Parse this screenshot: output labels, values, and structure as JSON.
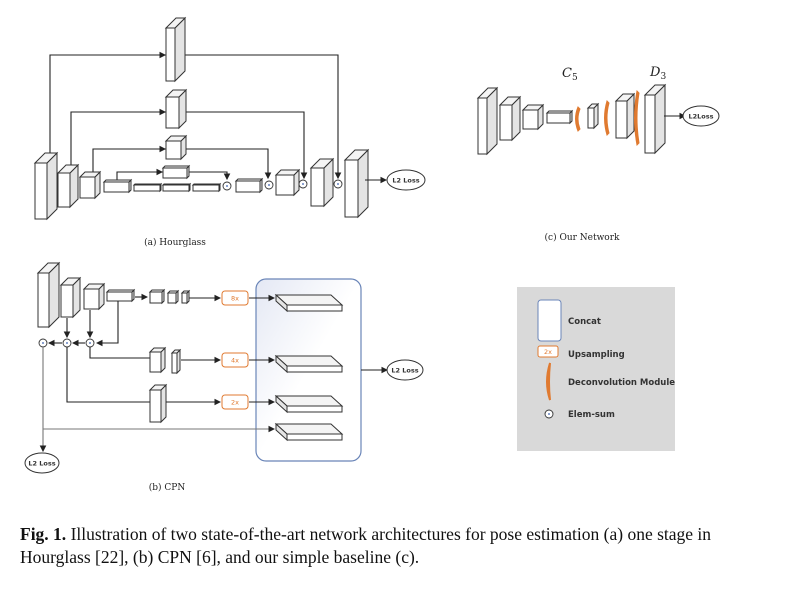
{
  "figure": {
    "panels": {
      "hourglass": {
        "caption": "(a) Hourglass",
        "loss_label": "L2 Loss"
      },
      "cpn": {
        "caption": "(b) CPN",
        "loss_label": "L2 Loss",
        "upsampling_labels": [
          "8x",
          "4x",
          "2x"
        ]
      },
      "our_network": {
        "caption": "(c) Our Network",
        "loss_label": "L2Loss",
        "labels": {
          "c": "C",
          "c_sub": "5",
          "d": "D",
          "d_sub": "3"
        }
      }
    },
    "legend": {
      "items": [
        {
          "icon": "concat-box-icon",
          "label": "Concat"
        },
        {
          "icon": "upsampling-box-icon",
          "label": "Upsampling",
          "badge": "2x"
        },
        {
          "icon": "deconvolution-icon",
          "label": "Deconvolution Module"
        },
        {
          "icon": "elem-sum-icon",
          "label": "Elem-sum"
        }
      ]
    },
    "colors": {
      "accent_orange": "#e07a30",
      "concat_border": "#6a85b8",
      "legend_bg": "#d9d9d9"
    }
  },
  "caption": {
    "label": "Fig. 1.",
    "text": " Illustration of two state-of-the-art network architectures for pose estimation (a) one stage in Hourglass [22], (b) CPN [6], and our simple baseline (c)."
  }
}
